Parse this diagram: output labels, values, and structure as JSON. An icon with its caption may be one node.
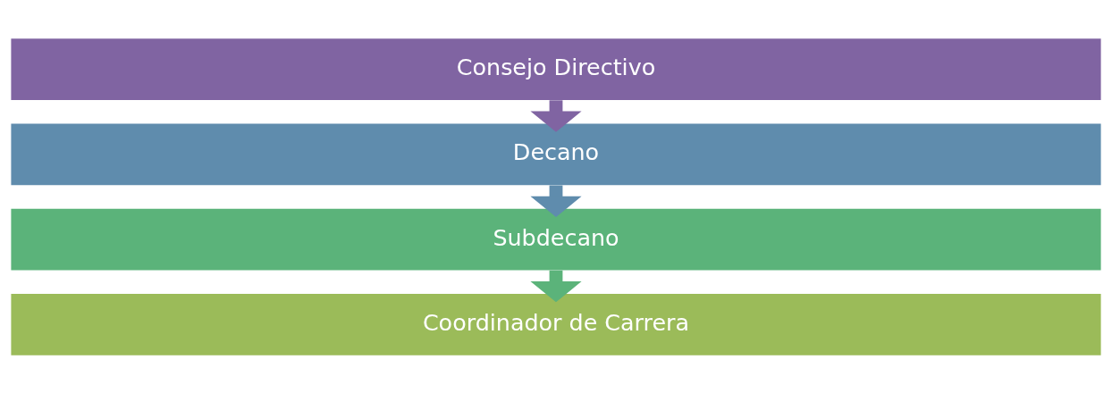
{
  "diagram": {
    "nodes": [
      {
        "text": [
          "Consejo Directivo"
        ]
      },
      {
        "text": [
          "Decano"
        ]
      },
      {
        "text": [
          "Subdecano"
        ]
      },
      {
        "text": [
          "Coordinador de Carrera"
        ]
      }
    ],
    "edges": [
      {
        "from": 0,
        "to": 1,
        "arrow": "to",
        "color": "#8064a2"
      },
      {
        "from": 1,
        "to": 2,
        "arrow": "to",
        "color": "#5f8cad"
      },
      {
        "from": 2,
        "to": 3,
        "arrow": "to",
        "color": "#5bb37a"
      }
    ]
  }
}
